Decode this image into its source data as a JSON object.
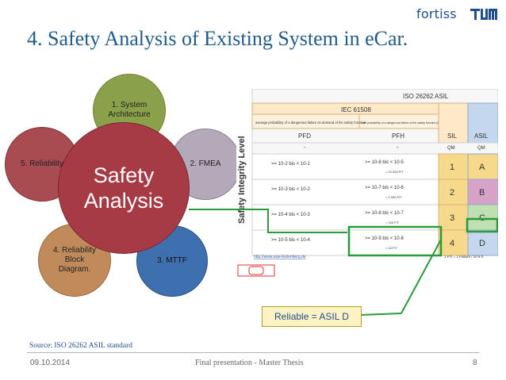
{
  "header": {
    "logo_text": "fortiss",
    "logo2": "TUM"
  },
  "slide": {
    "title": "4. Safety Analysis of  Existing System in eCar.",
    "source": "Source: ISO 26262 ASIL standard",
    "callout": "Reliable = ASIL D"
  },
  "diagram": {
    "center_line1": "Safety",
    "center_line2": "Analysis",
    "node1_line1": "1. System",
    "node1_line2": "Architecture",
    "node2": "2. FMEA",
    "node3": "3. MTTF",
    "node4_line1": "4. Reliability",
    "node4_line2": "Block",
    "node4_line3": "Diagram.",
    "node5": "5. Reliability"
  },
  "table": {
    "iso_title": "ISO 26262 ASIL",
    "iec_title": "IEC 61508",
    "vertical_label": "Safety Integrity Level",
    "col_pfd_desc": "average probability of a dangerous failure on demand of the safety function",
    "col_pfh_desc": "rate probability of a dangerous failure of the safety function [Failure/h]",
    "pfd": "PFD",
    "pfh": "PFH",
    "sil": "SIL",
    "asil": "ASIL",
    "qm": "QM",
    "dash": "-",
    "rows": [
      {
        "pfd": ">= 10-2 bis < 10-1",
        "pfh": ">= 10-6 bis < 10-5",
        "fit": "= 10.000 FIT",
        "sil": "1",
        "asil": "A"
      },
      {
        "pfd": ">= 10-3 bis < 10-2",
        "pfh": ">= 10-7 bis < 10-6",
        "fit": "= 1.000 FIT",
        "sil": "2",
        "asil": "B"
      },
      {
        "pfd": ">= 10-4 bis < 10-3",
        "pfh": ">= 10-8 bis < 10-7",
        "fit": "= 100 FIT",
        "sil": "3",
        "asil": "C"
      },
      {
        "pfd": ">= 10-5 bis < 10-4",
        "pfh": ">= 10-9 bis < 10-8",
        "fit": "= 10 FIT",
        "sil": "4",
        "asil": "D"
      }
    ],
    "url": "http://www.uwe-lindenberg.de",
    "fit_note": "1 FIT = 1 Failure / 10 9 h"
  },
  "footer": {
    "date": "09.10.2014",
    "center": "Final presentation - Master Thesis",
    "page": "8"
  },
  "colors": {
    "center": "#a63a45",
    "node_green": "#8aa04a",
    "node_gray": "#b3a9b8",
    "node_blue": "#3e6fae",
    "node_tan": "#c08a5a",
    "node_red": "#a94c52",
    "highlight_green": "#2a9a3a"
  }
}
